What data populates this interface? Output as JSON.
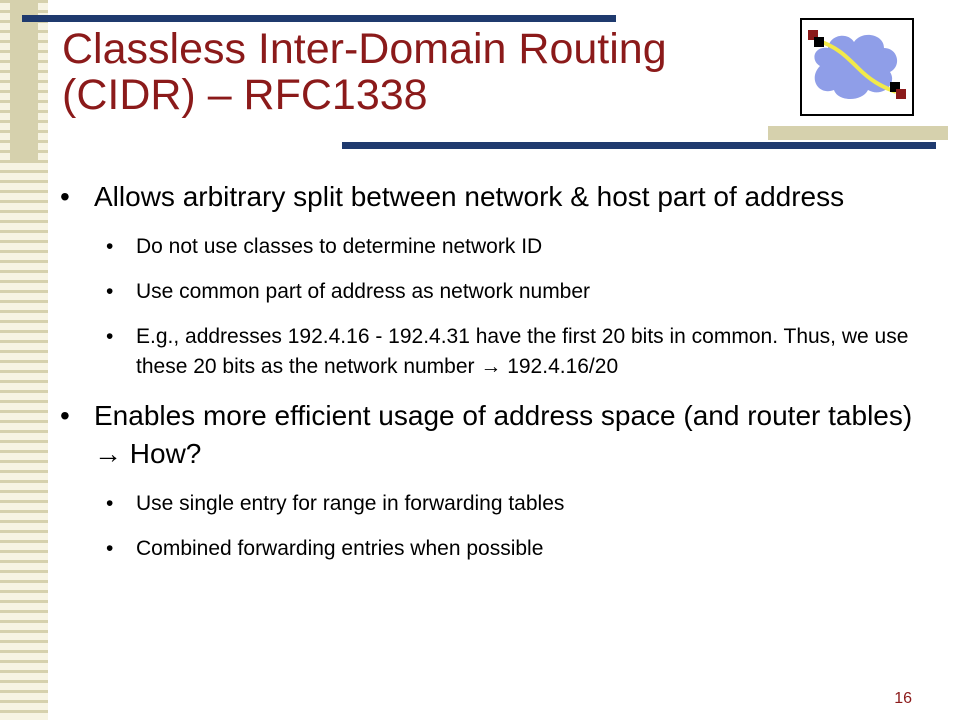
{
  "slide": {
    "title_line1": "Classless Inter-Domain Routing",
    "title_line2": "(CIDR) – RFC1338",
    "bullets": [
      {
        "text": "Allows arbitrary split between network & host part of address",
        "sub": [
          "Do not use classes to determine network ID",
          "Use common part of address as network number",
          "E.g., addresses 192.4.16 - 192.4.31 have the first 20 bits in common. Thus, we use these 20 bits as the network number → 192.4.16/20"
        ]
      },
      {
        "text": "Enables more efficient usage of address space (and router tables) → How?",
        "sub": [
          "Use single entry for range in forwarding tables",
          "Combined forwarding entries when possible"
        ]
      }
    ],
    "bullet_glyph": "•",
    "page_number": "16",
    "logo_icon": "network-cloud-icon"
  },
  "colors": {
    "title": "#8b1a1a",
    "bar": "#1f3a6e",
    "stripe": "#d6d1ad",
    "cloud": "#8f9ee8",
    "path": "#f2ea4a",
    "node_red": "#8b1a1a",
    "node_black": "#000000"
  }
}
